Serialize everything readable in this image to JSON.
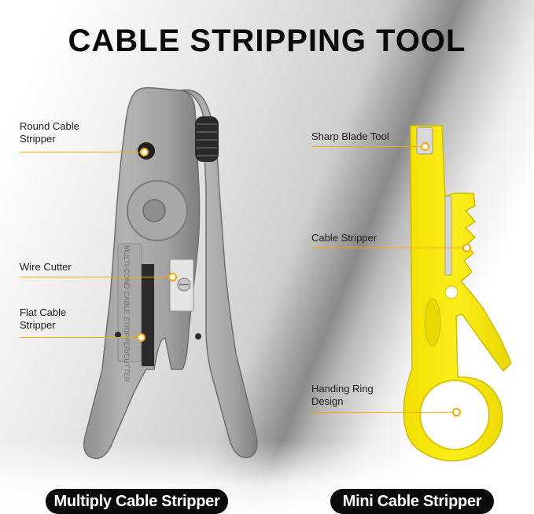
{
  "title": "CABLE STRIPPING TOOL",
  "tools": [
    {
      "name": "Multiply Cable Stripper",
      "color": "#9e9e9e",
      "engraving": "MULTI-COND CABLE STRIPPER/CUTTER",
      "callouts": [
        "Round Cable Stripper",
        "Wire Cutter",
        "Flat Cable Stripper"
      ]
    },
    {
      "name": "Mini Cable Stripper",
      "color": "#f6e600",
      "callouts": [
        "Sharp Blade Tool",
        "Cable Stripper",
        "Handing Ring Design"
      ]
    }
  ],
  "accent_color": "#f2a900"
}
